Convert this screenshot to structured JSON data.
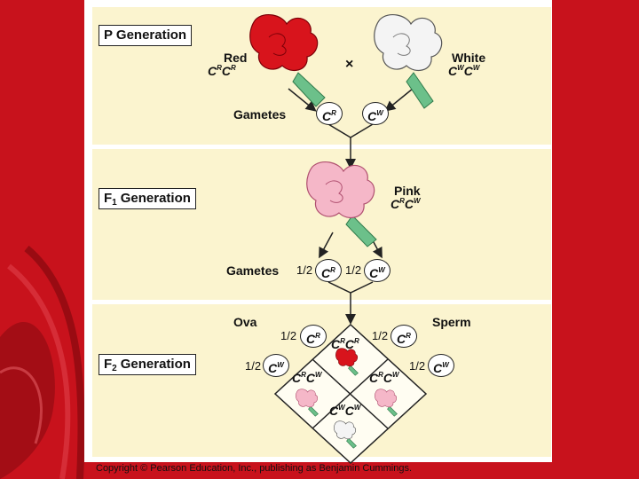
{
  "p_generation": {
    "label": "P Generation",
    "red_label": "Red",
    "red_genotype": [
      "C",
      "R",
      "C",
      "R"
    ],
    "cross_symbol": "×",
    "white_label": "White",
    "white_genotype": [
      "C",
      "W",
      "C",
      "W"
    ],
    "gametes_label": "Gametes",
    "gamete_1": [
      "C",
      "R"
    ],
    "gamete_2": [
      "C",
      "W"
    ]
  },
  "f1_generation": {
    "label_prefix": "F",
    "label_sub": "1",
    "label_suffix": "Generation",
    "pink_label": "Pink",
    "pink_genotype": [
      "C",
      "R",
      "C",
      "W"
    ],
    "gametes_label": "Gametes",
    "gamete_1_fraction": "1/2",
    "gamete_1": [
      "C",
      "R"
    ],
    "gamete_2_fraction": "1/2",
    "gamete_2": [
      "C",
      "W"
    ]
  },
  "f2_generation": {
    "label_prefix": "F",
    "label_sub": "2",
    "label_suffix": "Generation",
    "ova_label": "Ova",
    "sperm_label": "Sperm",
    "ova_1_fraction": "1/2",
    "ova_1": [
      "C",
      "R"
    ],
    "ova_2_fraction": "1/2",
    "ova_2": [
      "C",
      "W"
    ],
    "sperm_1_fraction": "1/2",
    "sperm_1": [
      "C",
      "R"
    ],
    "sperm_2_fraction": "1/2",
    "sperm_2": [
      "C",
      "W"
    ],
    "top_cell": [
      "C",
      "R",
      "C",
      "R"
    ],
    "left_cell": [
      "C",
      "R",
      "C",
      "W"
    ],
    "right_cell": [
      "C",
      "R",
      "C",
      "W"
    ],
    "bottom_cell": [
      "C",
      "W",
      "C",
      "W"
    ]
  },
  "copyright": "Copyright © Pearson Education, Inc., publishing as Benjamin Cummings.",
  "colors": {
    "background_red": "#c8121c",
    "band": "#fbf4cf",
    "red_flower": "#d8141c",
    "pink_flower": "#f5b7c8",
    "white_flower": "#f2f2f2",
    "leaf": "#6cc08a"
  }
}
